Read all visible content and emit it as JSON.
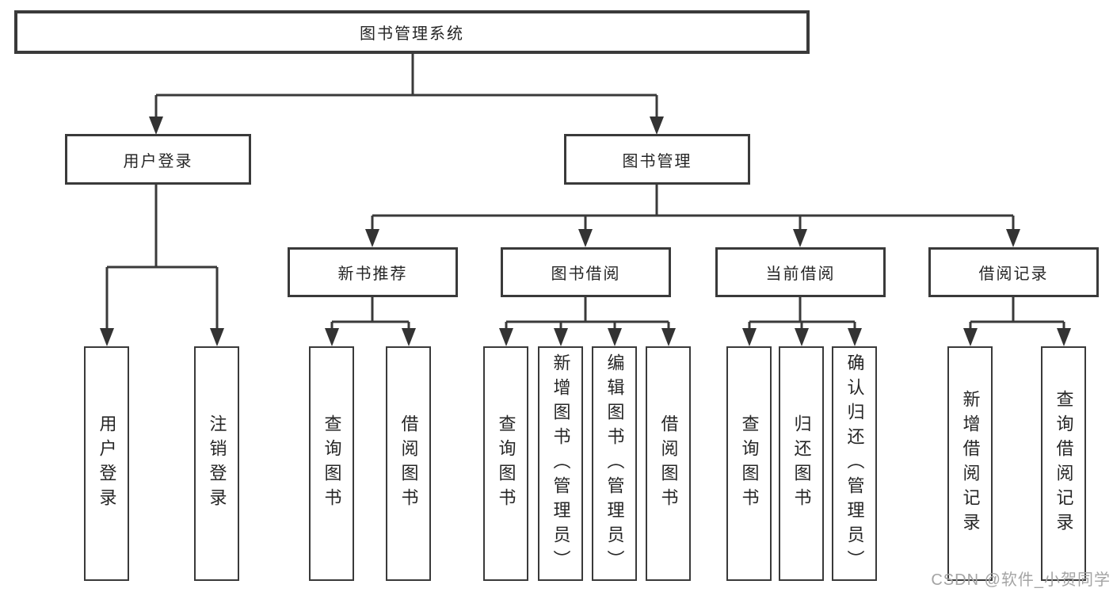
{
  "diagram": {
    "root": {
      "label": "图书管理系统"
    },
    "level2": [
      {
        "label": "用户登录",
        "children": [
          "用户登录",
          "注销登录"
        ]
      },
      {
        "label": "图书管理"
      }
    ],
    "level3": [
      {
        "label": "新书推荐",
        "children": [
          "查询图书",
          "借阅图书"
        ]
      },
      {
        "label": "图书借阅",
        "children": [
          "查询图书",
          "新增图书（管理员）",
          "编辑图书（管理员）",
          "借阅图书"
        ]
      },
      {
        "label": "当前借阅",
        "children": [
          "查询图书",
          "归还图书",
          "确认归还（管理员）"
        ]
      },
      {
        "label": "借阅记录",
        "children": [
          "新增借阅记录",
          "查询借阅记录"
        ]
      }
    ]
  },
  "watermark": {
    "text": "CSDN @软件_小贺同学"
  },
  "colors": {
    "line": "#3a3a3a",
    "box_border": "#3a3a3a",
    "text": "#262626",
    "watermark": "#a4a4a4",
    "background": "#ffffff"
  }
}
